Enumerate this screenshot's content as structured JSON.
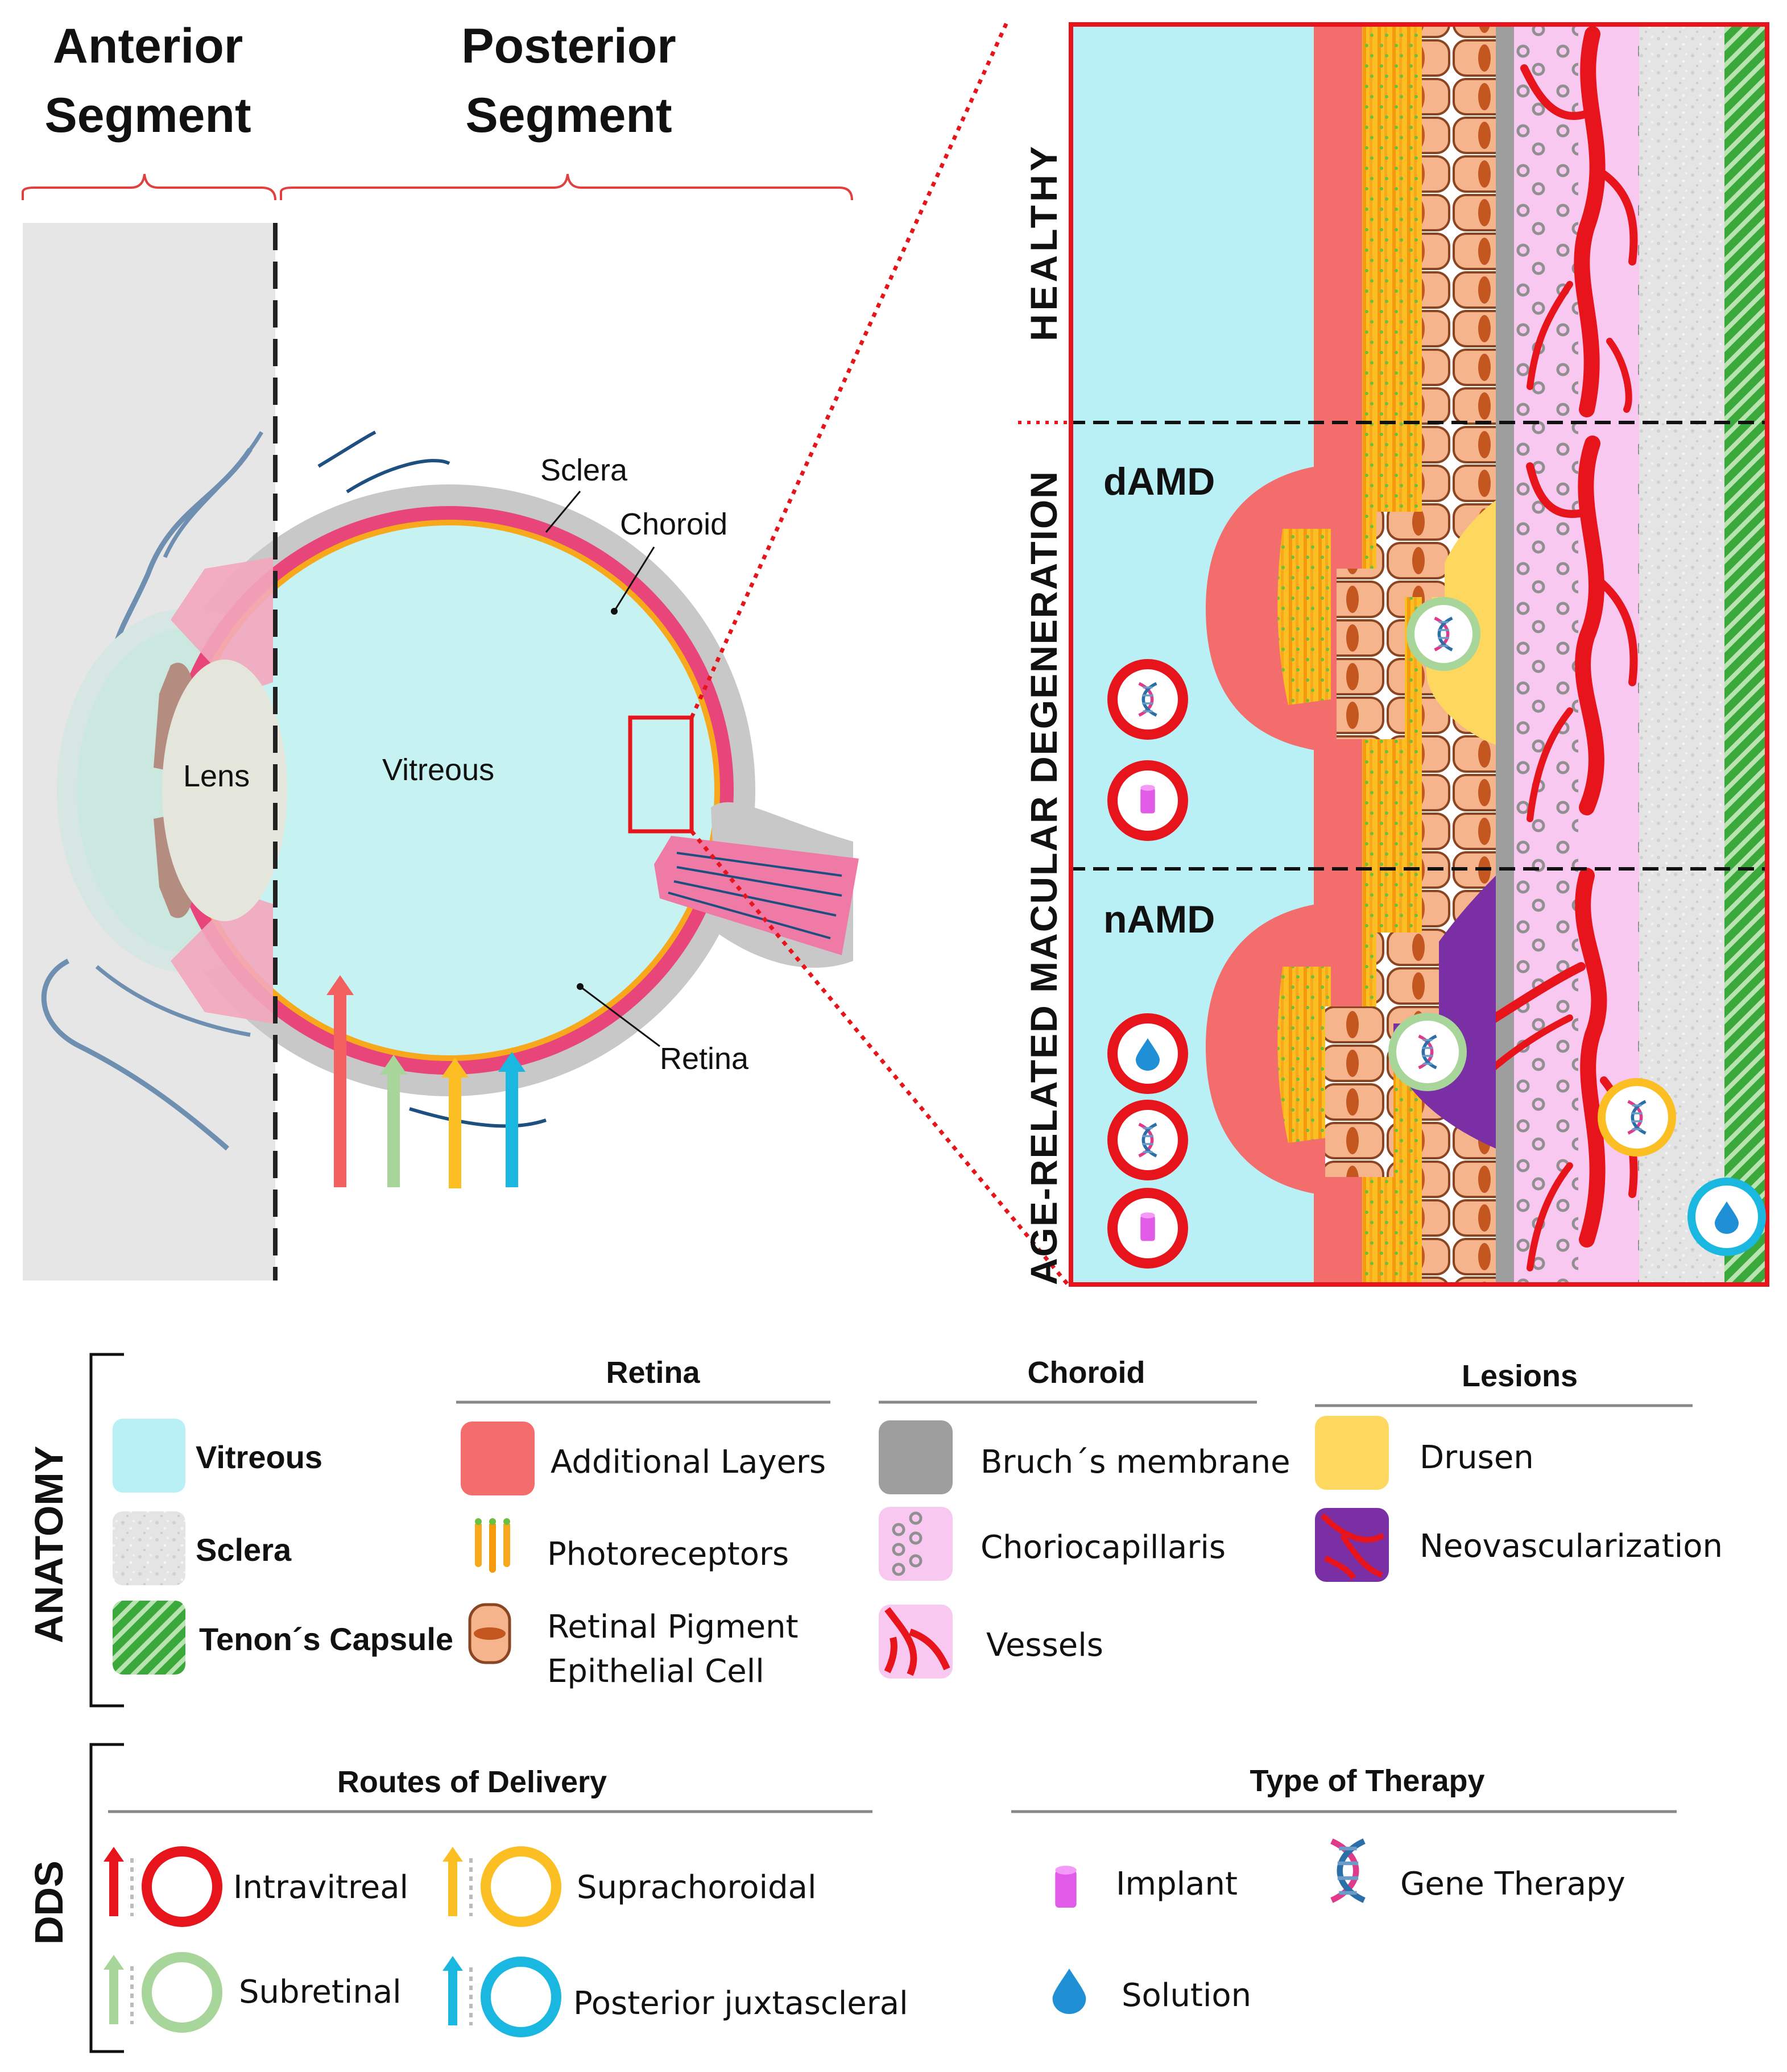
{
  "segments": {
    "anterior": [
      "Anterior",
      "Segment"
    ],
    "posterior": [
      "Posterior",
      "Segment"
    ]
  },
  "eye_labels": {
    "sclera": "Sclera",
    "choroid": "Choroid",
    "vitreous": "Vitreous",
    "lens": "Lens",
    "retina": "Retina"
  },
  "panel": {
    "healthy": "HEALTHY",
    "amd": "AGE-RELATED MACULAR DEGENERATION",
    "damd": "dAMD",
    "namd": "nAMD"
  },
  "anatomy_legend": {
    "side_label": "ANATOMY",
    "basic": [
      "Vitreous",
      "Sclera",
      "Tenon´s Capsule"
    ],
    "retina": {
      "header": "Retina",
      "items": [
        "Additional Layers",
        "Photoreceptors",
        "Retinal Pigment",
        "Epithelial Cell"
      ]
    },
    "choroid": {
      "header": "Choroid",
      "items": [
        "Bruch´s membrane",
        "Choriocapillaris",
        "Vessels"
      ]
    },
    "lesions": {
      "header": "Lesions",
      "items": [
        "Drusen",
        "Neovascularization"
      ]
    }
  },
  "dds_legend": {
    "side_label": "DDS",
    "routes": {
      "header": "Routes of Delivery",
      "items": [
        "Intravitreal",
        "Suprachoroidal",
        "Subretinal",
        "Posterior juxtascleral"
      ]
    },
    "therapy": {
      "header": "Type of Therapy",
      "items": [
        "Implant",
        "Gene Therapy",
        "Solution"
      ]
    }
  },
  "colors": {
    "intravitreal": "#e8141b",
    "subretinal": "#99cc88",
    "suprachoroidal": "#fbbf24",
    "juxtascleral": "#1aa3e0",
    "vitreous": "#b8f0f6",
    "retina_layers": "#f26d6b",
    "bruch": "#9e9e9e",
    "choriocapillaris": "#f8c8f0",
    "vessels": "#e8141b",
    "drusen": "#fdd75e",
    "neovascularization": "#7a2fa5",
    "tenon": "#3aa83a",
    "implant": "#e05ce8",
    "solution": "#1f8fd6"
  }
}
